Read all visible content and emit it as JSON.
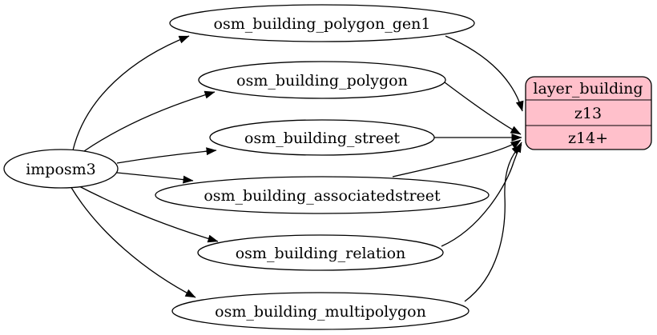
{
  "diagram": {
    "kind": "etl-graph",
    "source": {
      "label": "imposm3"
    },
    "tables": [
      {
        "label": "osm_building_polygon_gen1"
      },
      {
        "label": "osm_building_polygon"
      },
      {
        "label": "osm_building_street"
      },
      {
        "label": "osm_building_associatedstreet"
      },
      {
        "label": "osm_building_relation"
      },
      {
        "label": "osm_building_multipolygon"
      }
    ],
    "layer": {
      "title": "layer_building",
      "zoom_rows": [
        {
          "label": "z13"
        },
        {
          "label": "z14+"
        }
      ]
    },
    "edges": [
      {
        "from": "imposm3",
        "to": "osm_building_polygon_gen1"
      },
      {
        "from": "imposm3",
        "to": "osm_building_polygon"
      },
      {
        "from": "imposm3",
        "to": "osm_building_street"
      },
      {
        "from": "imposm3",
        "to": "osm_building_associatedstreet"
      },
      {
        "from": "imposm3",
        "to": "osm_building_relation"
      },
      {
        "from": "imposm3",
        "to": "osm_building_multipolygon"
      },
      {
        "from": "osm_building_polygon_gen1",
        "to": "layer_building.z13"
      },
      {
        "from": "osm_building_polygon",
        "to": "layer_building.z14+"
      },
      {
        "from": "osm_building_street",
        "to": "layer_building.z14+"
      },
      {
        "from": "osm_building_associatedstreet",
        "to": "layer_building.z14+"
      },
      {
        "from": "osm_building_relation",
        "to": "layer_building.z14+"
      },
      {
        "from": "osm_building_multipolygon",
        "to": "layer_building.z14+"
      }
    ],
    "colors": {
      "layer_fill": "#ffc0cb",
      "table_fill": "#ffffff",
      "stroke": "#000000"
    }
  }
}
